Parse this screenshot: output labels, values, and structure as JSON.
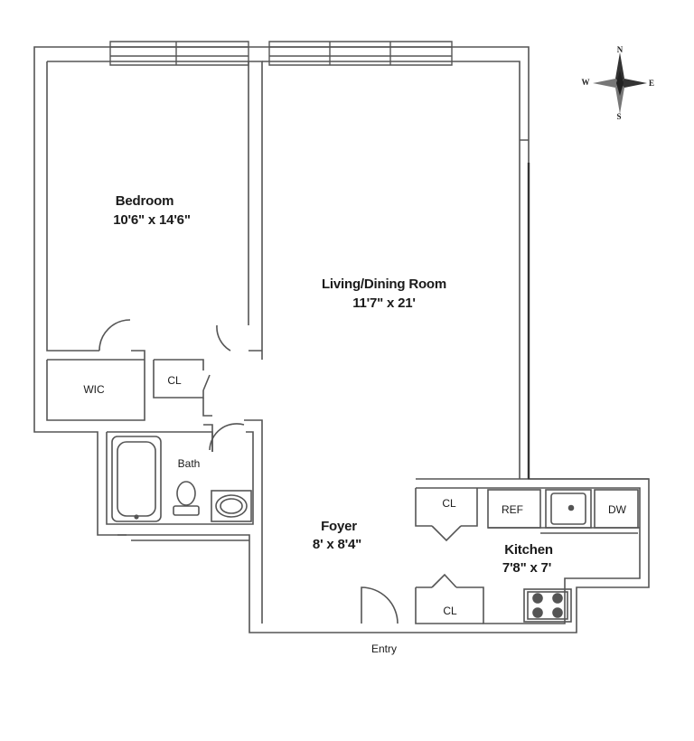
{
  "rooms": {
    "bedroom": {
      "name": "Bedroom",
      "dims": "10'6\" x 14'6\""
    },
    "living": {
      "name": "Living/Dining Room",
      "dims": "11'7\" x 21'"
    },
    "foyer": {
      "name": "Foyer",
      "dims": "8' x 8'4\""
    },
    "kitchen": {
      "name": "Kitchen",
      "dims": "7'8\" x 7'"
    },
    "bath": {
      "name": "Bath"
    },
    "wic": {
      "name": "WIC"
    },
    "closet_bedroom": {
      "name": "CL"
    },
    "closet_kitchen_upper": {
      "name": "CL"
    },
    "closet_kitchen_lower": {
      "name": "CL"
    }
  },
  "appliances": {
    "refrigerator": "REF",
    "dishwasher": "DW"
  },
  "entry_label": "Entry",
  "compass": {
    "north": "N",
    "south": "S",
    "east": "E",
    "west": "W"
  },
  "colors": {
    "wall": "#555555",
    "line": "#777777"
  }
}
